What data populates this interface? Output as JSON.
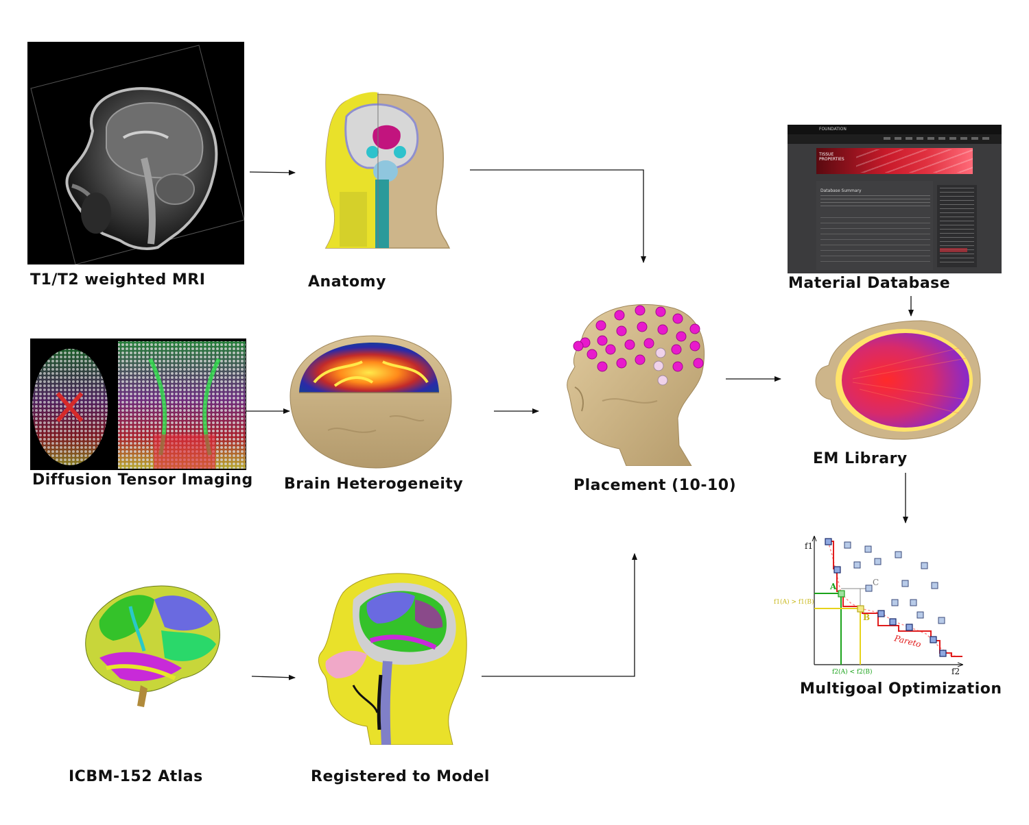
{
  "nodes": {
    "mri": {
      "label": "T1/T2 weighted MRI"
    },
    "anatomy": {
      "label": "Anatomy"
    },
    "material_db": {
      "label": "Material Database",
      "screenshot": {
        "header_title": "FOUNDATION",
        "banner": "TISSUE PROPERTIES",
        "section_title": "Database Summary"
      }
    },
    "dti": {
      "label": "Diffusion Tensor Imaging"
    },
    "brain_het": {
      "label": "Brain Heterogeneity"
    },
    "placement": {
      "label": "Placement (10-10)"
    },
    "em_library": {
      "label": "EM Library"
    },
    "multigoal": {
      "label": "Multigoal Optimization",
      "plot": {
        "y_axis": "f1",
        "x_axis": "f2",
        "point_a": "A",
        "point_b": "B",
        "point_c": "C",
        "curve_label": "Pareto",
        "cond_y": "f1(A) > f1(B)",
        "cond_x": "f2(A) < f2(B)"
      }
    },
    "atlas": {
      "label": "ICBM-152 Atlas"
    },
    "registered": {
      "label": "Registered to Model"
    }
  },
  "colors": {
    "pareto": "#e11b1b",
    "green": "#1aa31a",
    "yellow": "#e6d21a",
    "skin": "#cdb58a"
  }
}
